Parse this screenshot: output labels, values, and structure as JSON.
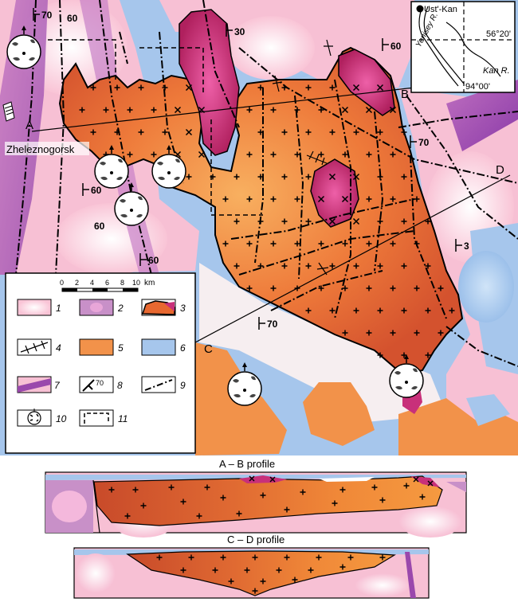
{
  "map": {
    "profile_points": {
      "A": "A",
      "B": "B",
      "C": "C",
      "D": "D"
    },
    "town": "Zheleznogorsk",
    "dip_values": [
      "70",
      "60",
      "30",
      "60",
      "70",
      "60",
      "60",
      "60",
      "70",
      "3"
    ],
    "scale": {
      "ticks": [
        "0",
        "2",
        "4",
        "6",
        "8",
        "10"
      ],
      "unit": "km"
    }
  },
  "inset": {
    "town": "Ust'-Kan",
    "river1": "Yenisey R.",
    "river2": "Kan R.",
    "lat": "56°20'",
    "lon": "94°00'"
  },
  "legend": {
    "items": [
      {
        "num": "1",
        "label": "1"
      },
      {
        "num": "2",
        "label": "2"
      },
      {
        "num": "3",
        "label": "3"
      },
      {
        "num": "4",
        "label": "4"
      },
      {
        "num": "5",
        "label": "5"
      },
      {
        "num": "6",
        "label": "6"
      },
      {
        "num": "7",
        "label": "7"
      },
      {
        "num": "8",
        "label": "8",
        "dip": "70"
      },
      {
        "num": "9",
        "label": "9"
      },
      {
        "num": "10",
        "label": "10"
      },
      {
        "num": "11",
        "label": "11"
      }
    ]
  },
  "profiles": {
    "ab_title": "A – B profile",
    "cd_title": "C – D  profile"
  },
  "colors": {
    "pink": "#f9c8d8",
    "magenta": "#c8307a",
    "orange": "#f08038",
    "blue": "#a8c8ec",
    "purple": "#a050b0",
    "granite_dark": "#c84a2a"
  }
}
